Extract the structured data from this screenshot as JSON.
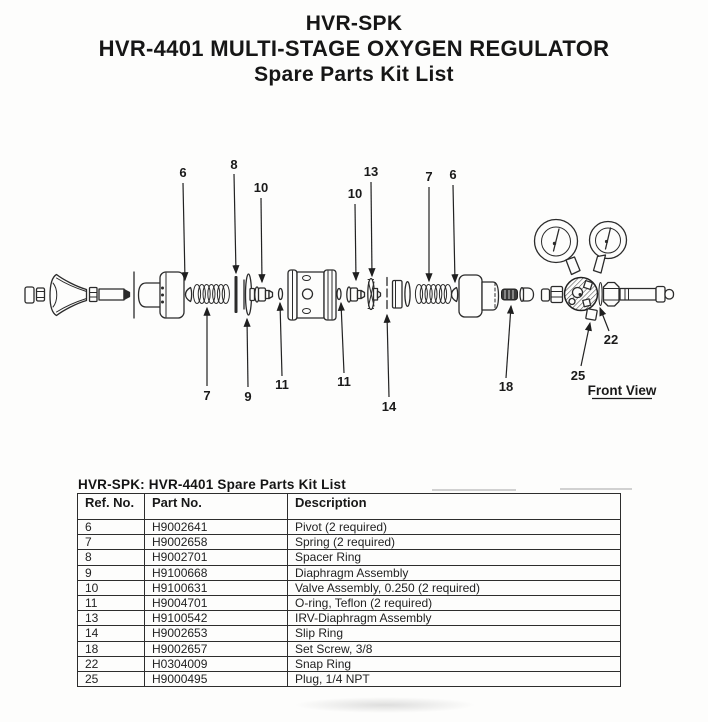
{
  "title": {
    "line1": "HVR-SPK",
    "line2": "HVR-4401 MULTI-STAGE OXYGEN REGULATOR",
    "line3": "Spare Parts Kit List"
  },
  "diagram": {
    "front_view_label": "Front View",
    "callouts": [
      {
        "id": "6-top-left",
        "label": "6"
      },
      {
        "id": "8-top",
        "label": "8"
      },
      {
        "id": "10-top-left",
        "label": "10"
      },
      {
        "id": "10-top-right",
        "label": "10"
      },
      {
        "id": "13-top",
        "label": "13"
      },
      {
        "id": "7-top",
        "label": "7"
      },
      {
        "id": "6-top-right",
        "label": "6"
      },
      {
        "id": "7-bottom",
        "label": "7"
      },
      {
        "id": "9-bottom",
        "label": "9"
      },
      {
        "id": "11-bottom-left",
        "label": "11"
      },
      {
        "id": "11-bottom-right",
        "label": "11"
      },
      {
        "id": "14-bottom",
        "label": "14"
      },
      {
        "id": "18-bottom",
        "label": "18"
      },
      {
        "id": "25-front-view",
        "label": "25"
      },
      {
        "id": "22-front-view",
        "label": "22"
      }
    ]
  },
  "table": {
    "caption": "HVR-SPK: HVR-4401 Spare Parts Kit List",
    "columns": [
      "Ref. No.",
      "Part No.",
      "Description"
    ],
    "rows": [
      {
        "ref": "6",
        "part": "H9002641",
        "desc": "Pivot (2 required)"
      },
      {
        "ref": "7",
        "part": "H9002658",
        "desc": "Spring (2 required)"
      },
      {
        "ref": "8",
        "part": "H9002701",
        "desc": "Spacer Ring"
      },
      {
        "ref": "9",
        "part": "H9100668",
        "desc": "Diaphragm Assembly"
      },
      {
        "ref": "10",
        "part": "H9100631",
        "desc": "Valve Assembly, 0.250 (2 required)"
      },
      {
        "ref": "11",
        "part": "H9004701",
        "desc": "O-ring, Teflon (2 required)"
      },
      {
        "ref": "13",
        "part": "H9100542",
        "desc": "IRV-Diaphragm Assembly"
      },
      {
        "ref": "14",
        "part": "H9002653",
        "desc": "Slip Ring"
      },
      {
        "ref": "18",
        "part": "H9002657",
        "desc": "Set Screw, 3/8"
      },
      {
        "ref": "22",
        "part": "H0304009",
        "desc": "Snap Ring"
      },
      {
        "ref": "25",
        "part": "H9000495",
        "desc": "Plug, 1/4 NPT"
      }
    ]
  },
  "colors": {
    "ink": "#1b1b1b",
    "paper": "#fdfdfc",
    "line": "#2b2b2b"
  }
}
